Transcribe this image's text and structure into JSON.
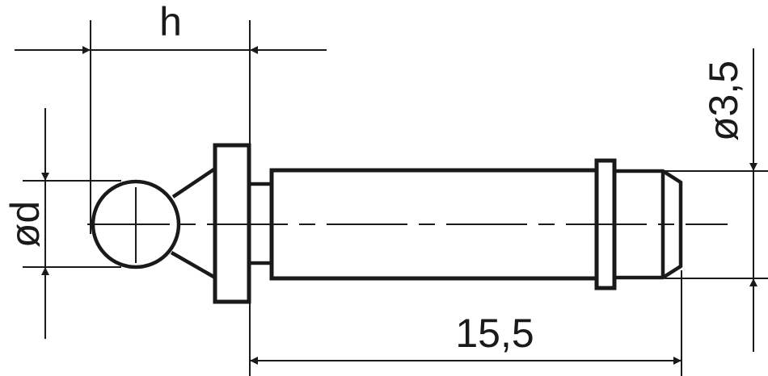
{
  "diagram": {
    "type": "technical-drawing",
    "subject": "stylus probe with ball tip",
    "colors": {
      "line": "#1a1a1a",
      "background": "#ffffff"
    },
    "dimensions": {
      "h": {
        "label": "h",
        "description": "distance from ball center to flange face"
      },
      "ball_diameter": {
        "label": "ød",
        "description": "ball tip diameter"
      },
      "shank_diameter": {
        "label": "ø3,5",
        "description": "shank diameter"
      },
      "length": {
        "label": "15,5",
        "description": "length from flange face to tip"
      }
    }
  }
}
